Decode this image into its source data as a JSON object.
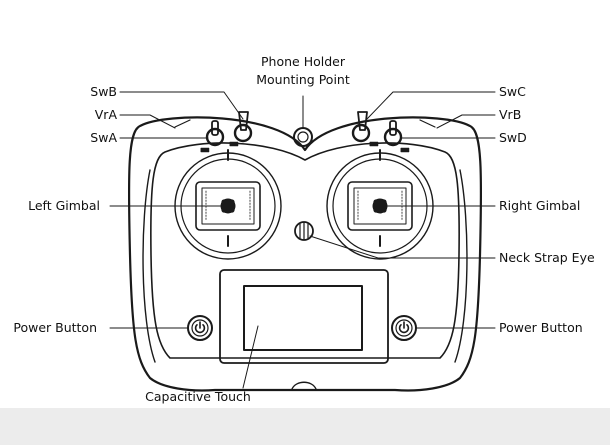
{
  "diagram": {
    "labels": {
      "phone_holder_line1": "Phone Holder",
      "phone_holder_line2": "Mounting Point",
      "swb": "SwB",
      "vra": "VrA",
      "swa": "SwA",
      "swc": "SwC",
      "vrb": "VrB",
      "swd": "SwD",
      "left_gimbal": "Left Gimbal",
      "right_gimbal": "Right Gimbal",
      "neck_strap_eye": "Neck Strap Eye",
      "power_button_left": "Power Button",
      "power_button_right": "Power Button",
      "capacitive_touch": "Capacitive Touch"
    },
    "colors": {
      "outline": "#1a1a1a",
      "background": "#ffffff",
      "band": "#ececec"
    },
    "icons": {
      "power": "power-icon"
    }
  }
}
